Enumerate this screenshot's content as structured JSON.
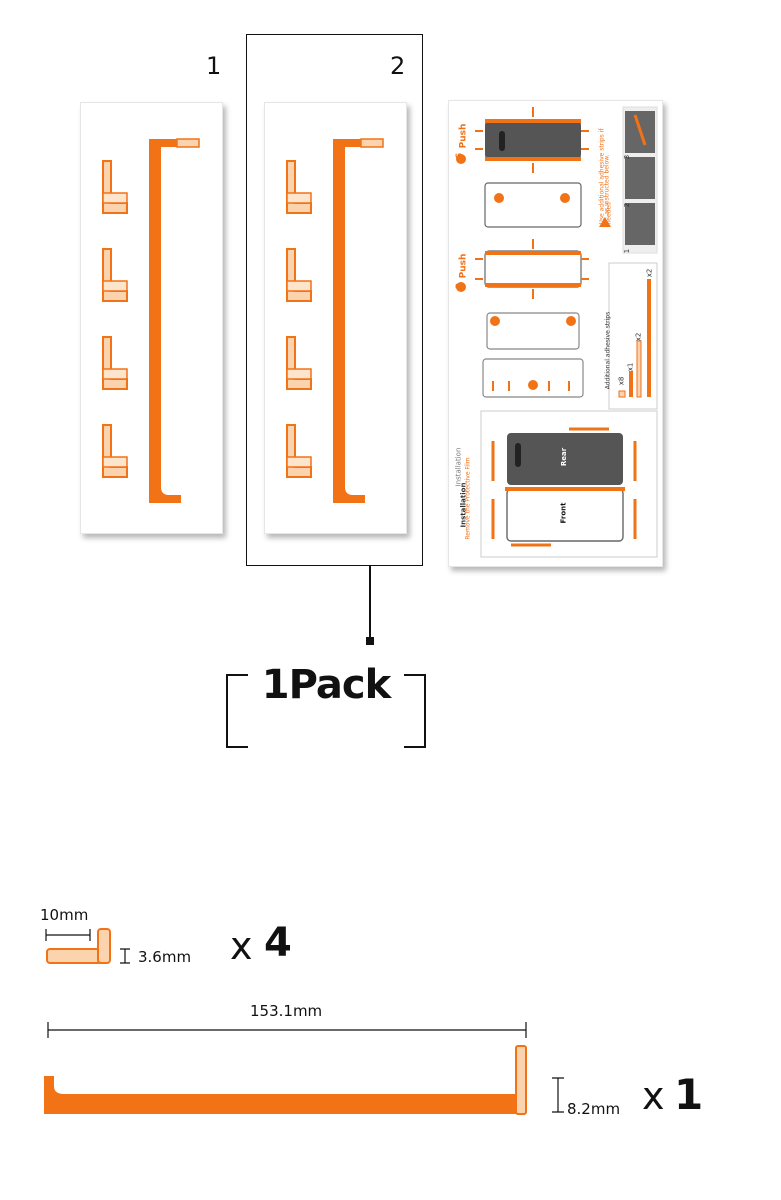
{
  "sheets": [
    {
      "number": "1"
    },
    {
      "number": "2"
    }
  ],
  "pack": {
    "label": "1Pack"
  },
  "instructions": {
    "installation_title": "Installation",
    "installation_subtitle": "Installation",
    "remove_film": "Remove the Protective Film",
    "rear": "Rear",
    "front": "Front",
    "push_3": "Push",
    "push_6": "Push",
    "step_3": "3",
    "step_6": "6",
    "additional_strips": "Additional adhesive strips",
    "use_additional": "Use additional adhesive strips if needed",
    "as_instructed": "as instructed below.",
    "qty_x8": "x8",
    "qty_x1": "x1",
    "qty_x2a": "x2",
    "qty_x2b": "x2",
    "step1": "1",
    "step2": "2",
    "step3": "3"
  },
  "dimensions": {
    "small_width": "10mm",
    "small_height": "3.6mm",
    "small_qty_x": "x",
    "small_qty": "4",
    "long_length": "153.1mm",
    "long_height": "8.2mm",
    "long_qty_x": "x",
    "long_qty": "1"
  },
  "colors": {
    "accent": "#f27216",
    "accent_light": "#fbd3ae",
    "dark": "#111111"
  }
}
